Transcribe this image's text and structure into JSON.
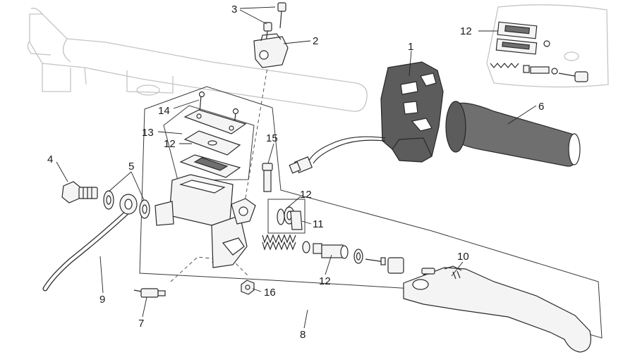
{
  "callouts": [
    {
      "id": "callout-3",
      "text": "3"
    },
    {
      "id": "callout-2",
      "text": "2"
    },
    {
      "id": "callout-1",
      "text": "1"
    },
    {
      "id": "callout-12-top",
      "text": "12"
    },
    {
      "id": "callout-6",
      "text": "6"
    },
    {
      "id": "callout-14",
      "text": "14"
    },
    {
      "id": "callout-13",
      "text": "13"
    },
    {
      "id": "callout-12-seal",
      "text": "12"
    },
    {
      "id": "callout-15",
      "text": "15"
    },
    {
      "id": "callout-4",
      "text": "4"
    },
    {
      "id": "callout-5",
      "text": "5"
    },
    {
      "id": "callout-12-ring",
      "text": "12"
    },
    {
      "id": "callout-11",
      "text": "11"
    },
    {
      "id": "callout-10",
      "text": "10"
    },
    {
      "id": "callout-12-piston",
      "text": "12"
    },
    {
      "id": "callout-9",
      "text": "9"
    },
    {
      "id": "callout-16",
      "text": "16"
    },
    {
      "id": "callout-7",
      "text": "7"
    },
    {
      "id": "callout-8",
      "text": "8"
    }
  ]
}
